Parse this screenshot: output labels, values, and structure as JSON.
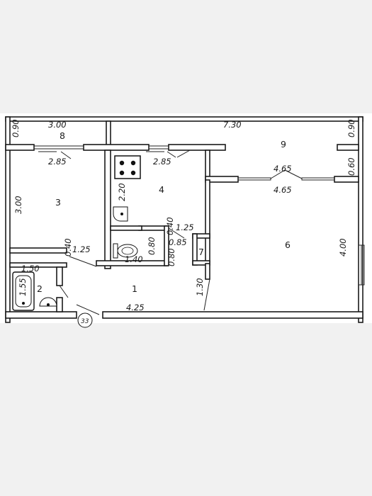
{
  "rooms": {
    "r1": "1",
    "r2": "2",
    "r3": "3",
    "r4": "4",
    "r6": "6",
    "r7": "7",
    "r8": "8",
    "r9": "9"
  },
  "dimensions": {
    "d_300_top": "3.00",
    "d_090_left": "0.90",
    "d_730": "7.30",
    "d_090_right": "0.90",
    "d_285_left": "2.85",
    "d_285_kitchen": "2.85",
    "d_465_top": "4.65",
    "d_465_bottom": "4.65",
    "d_060": "0.60",
    "d_300_side": "3.00",
    "d_220": "2.20",
    "d_040_a": "0.40",
    "d_125_a": "1.25",
    "d_080_a": "0.80",
    "d_080_b": "0.80",
    "d_085": "0.85",
    "d_140": "1.40",
    "d_040_b": "0.40",
    "d_125_b": "1.25",
    "d_150": "1.50",
    "d_155": "1.55",
    "d_130": "1.30",
    "d_425": "4.25",
    "d_400": "4.00",
    "d_stair": "33"
  }
}
